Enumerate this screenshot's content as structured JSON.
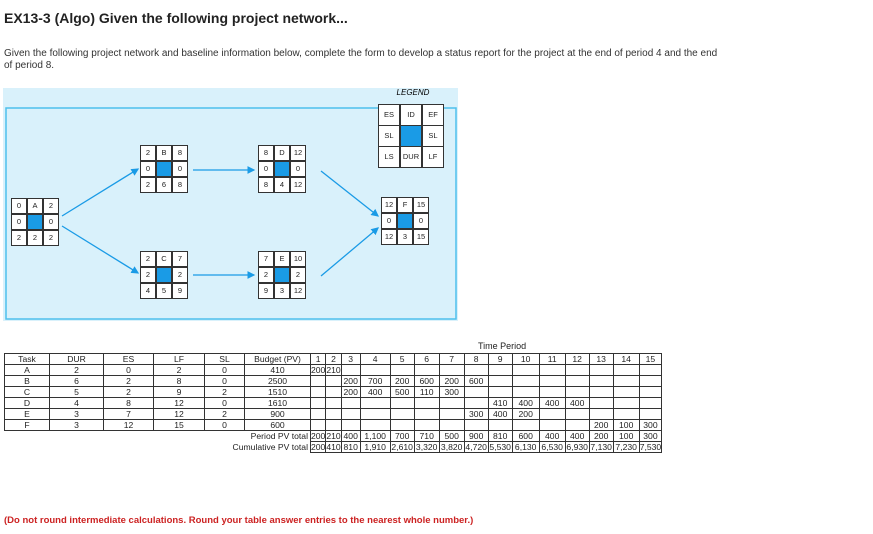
{
  "title": "EX13-3 (Algo) Given the following project network...",
  "intro": "Given the following project network and baseline information below, complete the form to develop a status report for the project at the end of period 4 and the end of period 8.",
  "legend": {
    "title": "LEGEND",
    "es": "ES",
    "id": "ID",
    "ef": "EF",
    "sl_left": "SL",
    "sl_right": "SL",
    "ls": "LS",
    "dur": "DUR",
    "lf": "LF"
  },
  "nodes": [
    {
      "id": "A",
      "es": "0",
      "ef": "2",
      "sl_l": "0",
      "sl_r": "0",
      "ls": "2",
      "dur": "2",
      "lf": "2"
    },
    {
      "id": "B",
      "es": "2",
      "ef": "8",
      "sl_l": "0",
      "sl_r": "0",
      "ls": "2",
      "dur": "6",
      "lf": "8"
    },
    {
      "id": "C",
      "es": "2",
      "ef": "7",
      "sl_l": "2",
      "sl_r": "2",
      "ls": "4",
      "dur": "5",
      "lf": "9"
    },
    {
      "id": "D",
      "es": "8",
      "ef": "12",
      "sl_l": "0",
      "sl_r": "0",
      "ls": "8",
      "dur": "4",
      "lf": "12"
    },
    {
      "id": "E",
      "es": "7",
      "ef": "10",
      "sl_l": "2",
      "sl_r": "2",
      "ls": "9",
      "dur": "3",
      "lf": "12"
    },
    {
      "id": "F",
      "es": "12",
      "ef": "15",
      "sl_l": "0",
      "sl_r": "0",
      "ls": "12",
      "dur": "3",
      "lf": "15"
    }
  ],
  "table": {
    "time_period_label": "Time Period",
    "headers": [
      "Task",
      "DUR",
      "ES",
      "LF",
      "SL",
      "Budget (PV)"
    ],
    "periods": [
      "1",
      "2",
      "3",
      "4",
      "5",
      "6",
      "7",
      "8",
      "9",
      "10",
      "11",
      "12",
      "13",
      "14",
      "15"
    ],
    "rows": [
      {
        "task": "A",
        "dur": "2",
        "es": "0",
        "lf": "2",
        "sl": "0",
        "budget": "410",
        "pv": [
          "200",
          "210",
          "",
          "",
          "",
          "",
          "",
          "",
          "",
          "",
          "",
          "",
          "",
          "",
          ""
        ]
      },
      {
        "task": "B",
        "dur": "6",
        "es": "2",
        "lf": "8",
        "sl": "0",
        "budget": "2500",
        "pv": [
          "",
          "",
          "200",
          "700",
          "200",
          "600",
          "200",
          "600",
          "",
          "",
          "",
          "",
          "",
          "",
          ""
        ]
      },
      {
        "task": "C",
        "dur": "5",
        "es": "2",
        "lf": "9",
        "sl": "2",
        "budget": "1510",
        "pv": [
          "",
          "",
          "200",
          "400",
          "500",
          "110",
          "300",
          "",
          "",
          "",
          "",
          "",
          "",
          "",
          ""
        ]
      },
      {
        "task": "D",
        "dur": "4",
        "es": "8",
        "lf": "12",
        "sl": "0",
        "budget": "1610",
        "pv": [
          "",
          "",
          "",
          "",
          "",
          "",
          "",
          "",
          "410",
          "400",
          "400",
          "400",
          "",
          "",
          ""
        ]
      },
      {
        "task": "E",
        "dur": "3",
        "es": "7",
        "lf": "12",
        "sl": "2",
        "budget": "900",
        "pv": [
          "",
          "",
          "",
          "",
          "",
          "",
          "",
          "300",
          "400",
          "200",
          "",
          "",
          "",
          "",
          ""
        ]
      },
      {
        "task": "F",
        "dur": "3",
        "es": "12",
        "lf": "15",
        "sl": "0",
        "budget": "600",
        "pv": [
          "",
          "",
          "",
          "",
          "",
          "",
          "",
          "",
          "",
          "",
          "",
          "",
          "200",
          "100",
          "300"
        ]
      }
    ],
    "period_total_label": "Period PV total",
    "period_total": [
      "200",
      "210",
      "400",
      "1,100",
      "700",
      "710",
      "500",
      "900",
      "810",
      "600",
      "400",
      "400",
      "200",
      "100",
      "300"
    ],
    "cumulative_label": "Cumulative PV total",
    "cumulative": [
      "200",
      "410",
      "810",
      "1,910",
      "2,610",
      "3,320",
      "3,820",
      "4,720",
      "5,530",
      "6,130",
      "6,530",
      "6,930",
      "7,130",
      "7,230",
      "7,530"
    ]
  },
  "note": "(Do not round intermediate calculations. Round your table answer entries to the nearest whole number.)",
  "colors": {
    "accent_blue": "#1a9be6",
    "network_bg": "#d9f1fb",
    "frame": "#4ec0ec",
    "note_red": "#cc2222"
  }
}
